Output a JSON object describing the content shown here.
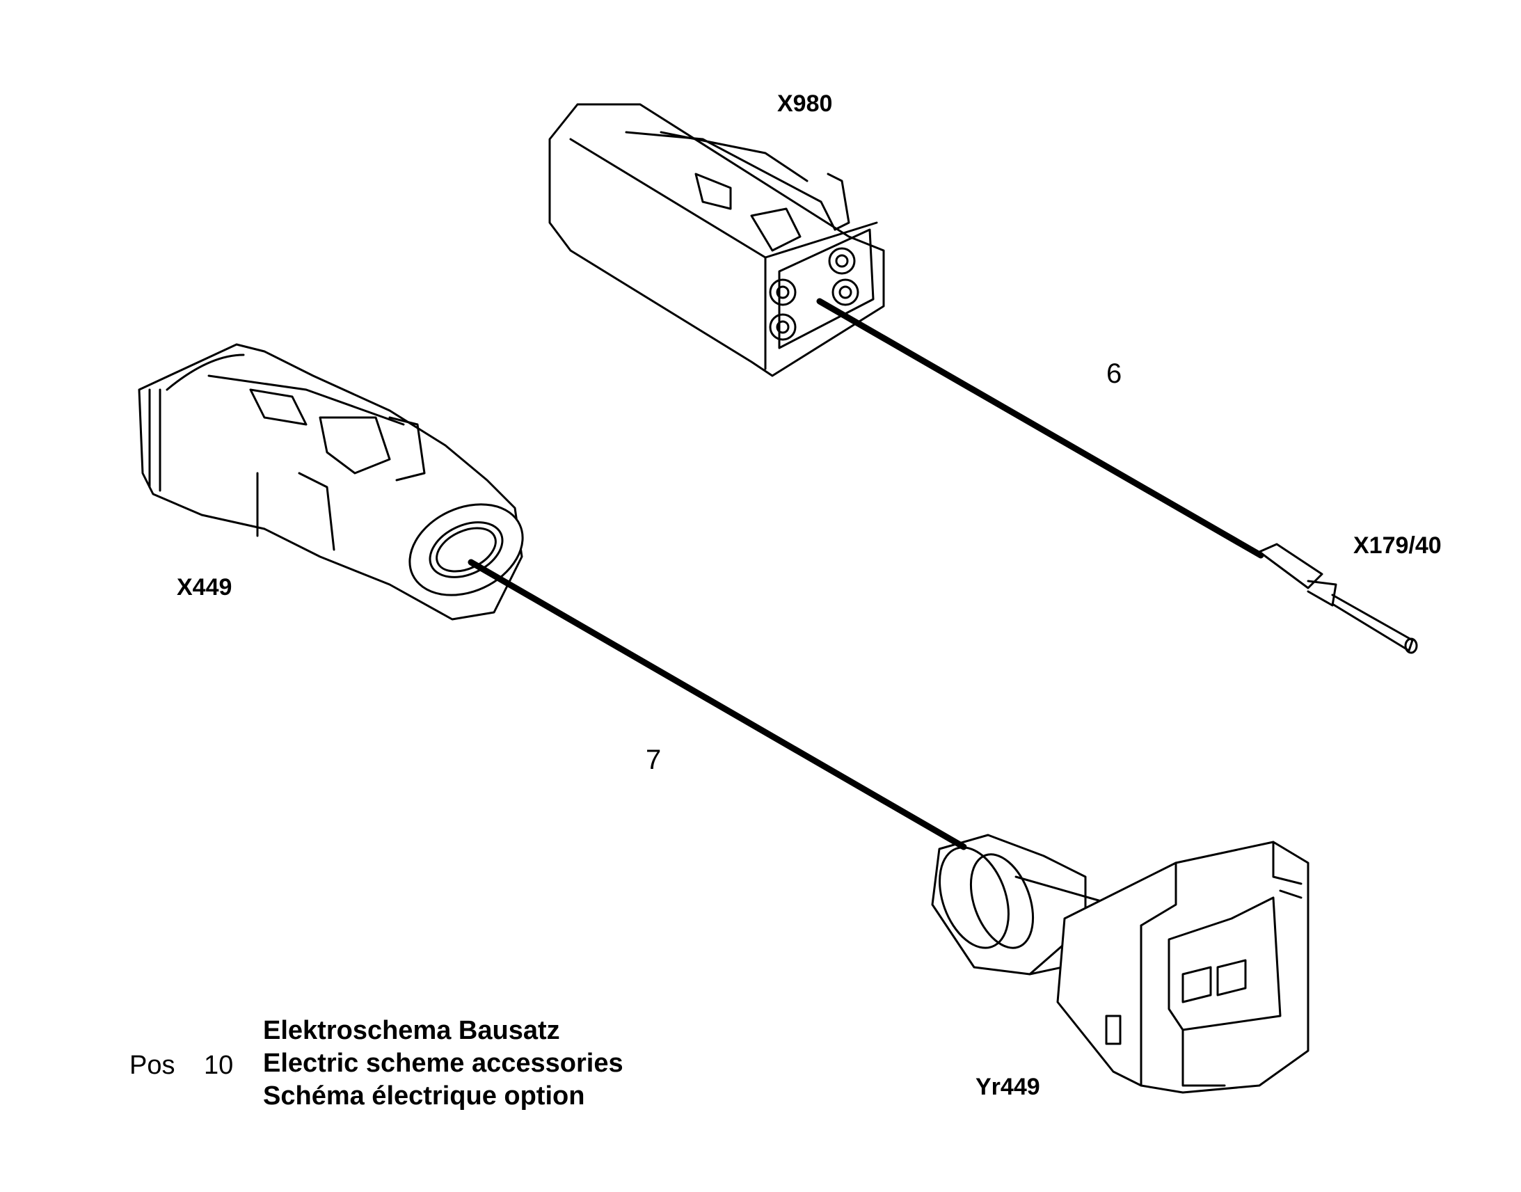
{
  "connectors": {
    "x980": "X980",
    "x449": "X449",
    "x179_40": "X179/40",
    "yr449": "Yr449"
  },
  "wires": {
    "wire_6": "6",
    "wire_7": "7"
  },
  "legend": {
    "pos_label": "Pos",
    "pos_number": "10",
    "title_de": "Elektroschema Bausatz",
    "title_en": "Electric scheme accessories",
    "title_fr": "Schéma électrique option"
  }
}
